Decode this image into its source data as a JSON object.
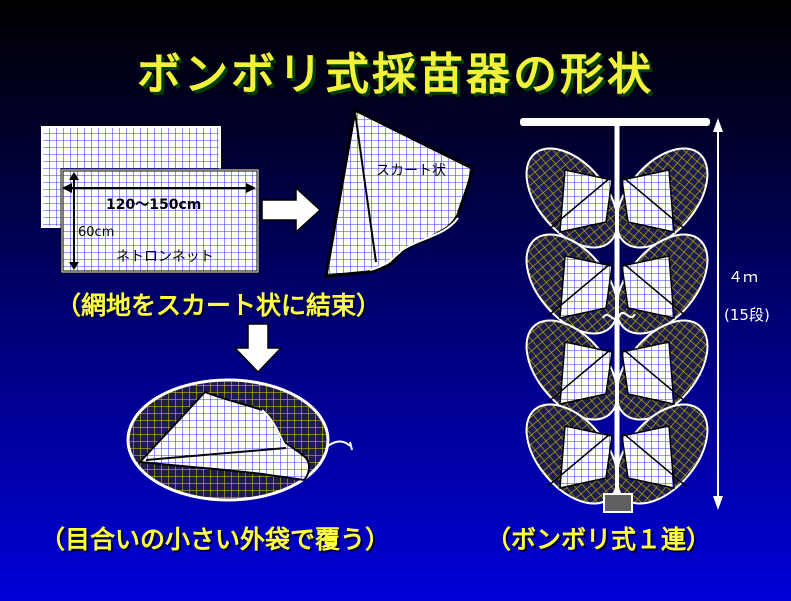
{
  "title": "ボンボリ式採苗器の形状",
  "left_diagram": {
    "width_label": "120～150cm",
    "height_label": "60cm",
    "net_label": "ネトロンネット",
    "skirt_label": "スカート状",
    "caption_step1": "（網地をスカート状に結束）",
    "caption_step2": "（目合いの小さい外袋で覆う）"
  },
  "right_diagram": {
    "length_label": "４ｍ",
    "stages_label": "(15段)",
    "caption": "（ボンボリ式１連）"
  },
  "colors": {
    "background_top": "#000000",
    "background_bottom": "#0000d8",
    "title_text": "#f2f23a",
    "caption_text": "#ffff40",
    "net_fill": "#ffffff",
    "net_grid": "#3a3aff",
    "outer_bag_grid": "#c8b400",
    "outer_bag_fill": "#1a1a55"
  }
}
